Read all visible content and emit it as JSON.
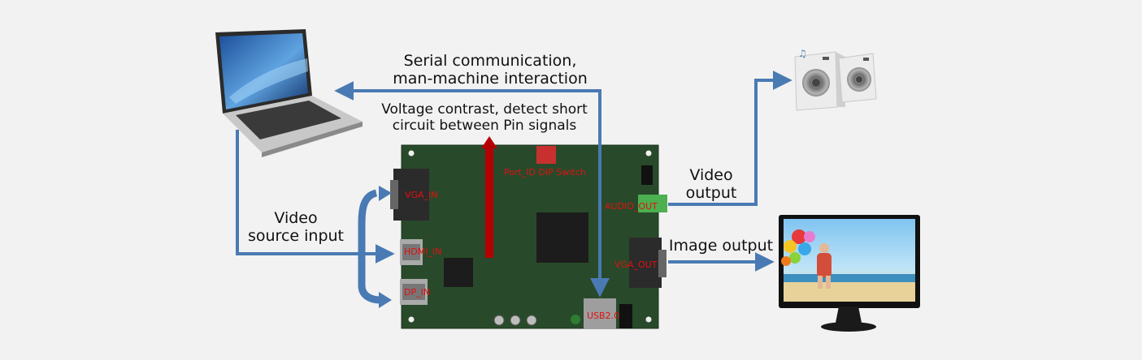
{
  "labels": {
    "serial_line1": "Serial communication,",
    "serial_line2": "man-machine interaction",
    "voltage_line1": "Voltage contrast, detect short",
    "voltage_line2": "circuit between Pin signals",
    "video_out_line1": "Video",
    "video_out_line2": "output",
    "video_src_line1": "Video",
    "video_src_line2": "source input",
    "image_output": "Image output"
  },
  "board": {
    "vga_in": "VGA_IN",
    "hdmi_in": "HDMI_IN",
    "dp_in": "DP_IN",
    "port_id": "Port_ID DIP Switch",
    "audio_out": "AUDIO_OUT",
    "vga_out": "VGA_OUT",
    "usb": "USB2.0"
  },
  "colors": {
    "background": "#f2f2f2",
    "arrow": "#4a7ab3",
    "board": "#284a2a",
    "red_arrow": "#b40000",
    "board_label": "#e01010"
  },
  "icons": [
    "laptop-icon",
    "speakers-icon",
    "monitor-icon",
    "circuit-board-icon"
  ]
}
